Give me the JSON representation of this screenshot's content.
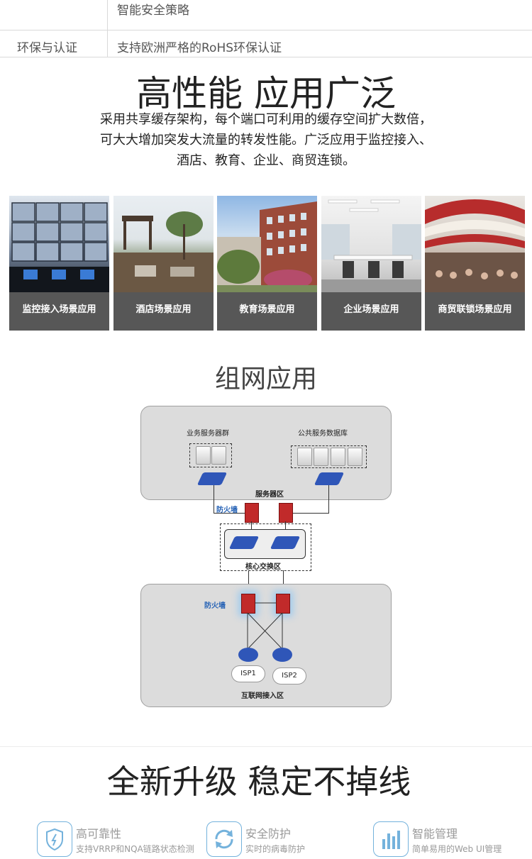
{
  "specs": [
    {
      "key": "",
      "value": "智能安全策略"
    },
    {
      "key": "环保与认证",
      "value": "支持欧洲严格的RoHS环保认证"
    }
  ],
  "section1": {
    "title": "高性能 应用广泛",
    "lines": [
      "采用共享缓存架构，每个端口可利用的缓存空间扩大数倍，",
      "可大大增加突发大流量的转发性能。广泛应用于监控接入、",
      "酒店、教育、企业、商贸连锁。"
    ]
  },
  "scenarios": [
    {
      "label": "监控接入场景应用",
      "image": "surveillance-room"
    },
    {
      "label": "酒店场景应用",
      "image": "hotel"
    },
    {
      "label": "教育场景应用",
      "image": "school-building"
    },
    {
      "label": "企业场景应用",
      "image": "office"
    },
    {
      "label": "商贸联锁场景应用",
      "image": "shopping-mall"
    }
  ],
  "section2": {
    "title": "组网应用"
  },
  "diagram": {
    "group1": "业务服务器群",
    "group2": "公共服务数据库",
    "server_zone": "服务器区",
    "firewall_top": "防火墙",
    "core_zone": "核心交换区",
    "firewall_bottom": "防火墙",
    "isp1": "ISP1",
    "isp2": "ISP2",
    "internet_zone": "互联网接入区"
  },
  "section3": {
    "title": "全新升级 稳定不掉线"
  },
  "features": [
    {
      "title": "高可靠性",
      "subtitle": "支持VRRP和NQA链路状态检测",
      "icon": "shield-icon"
    },
    {
      "title": "安全防护",
      "subtitle": "实时的病毒防护",
      "icon": "refresh-icon"
    },
    {
      "title": "智能管理",
      "subtitle": "简单易用的Web UI管理",
      "icon": "bar-chart-icon"
    }
  ],
  "colors": {
    "accent": "#74b2dc",
    "caption_bg": "#575757",
    "firewall": "#c12a2a",
    "switch": "#2f56b8"
  }
}
